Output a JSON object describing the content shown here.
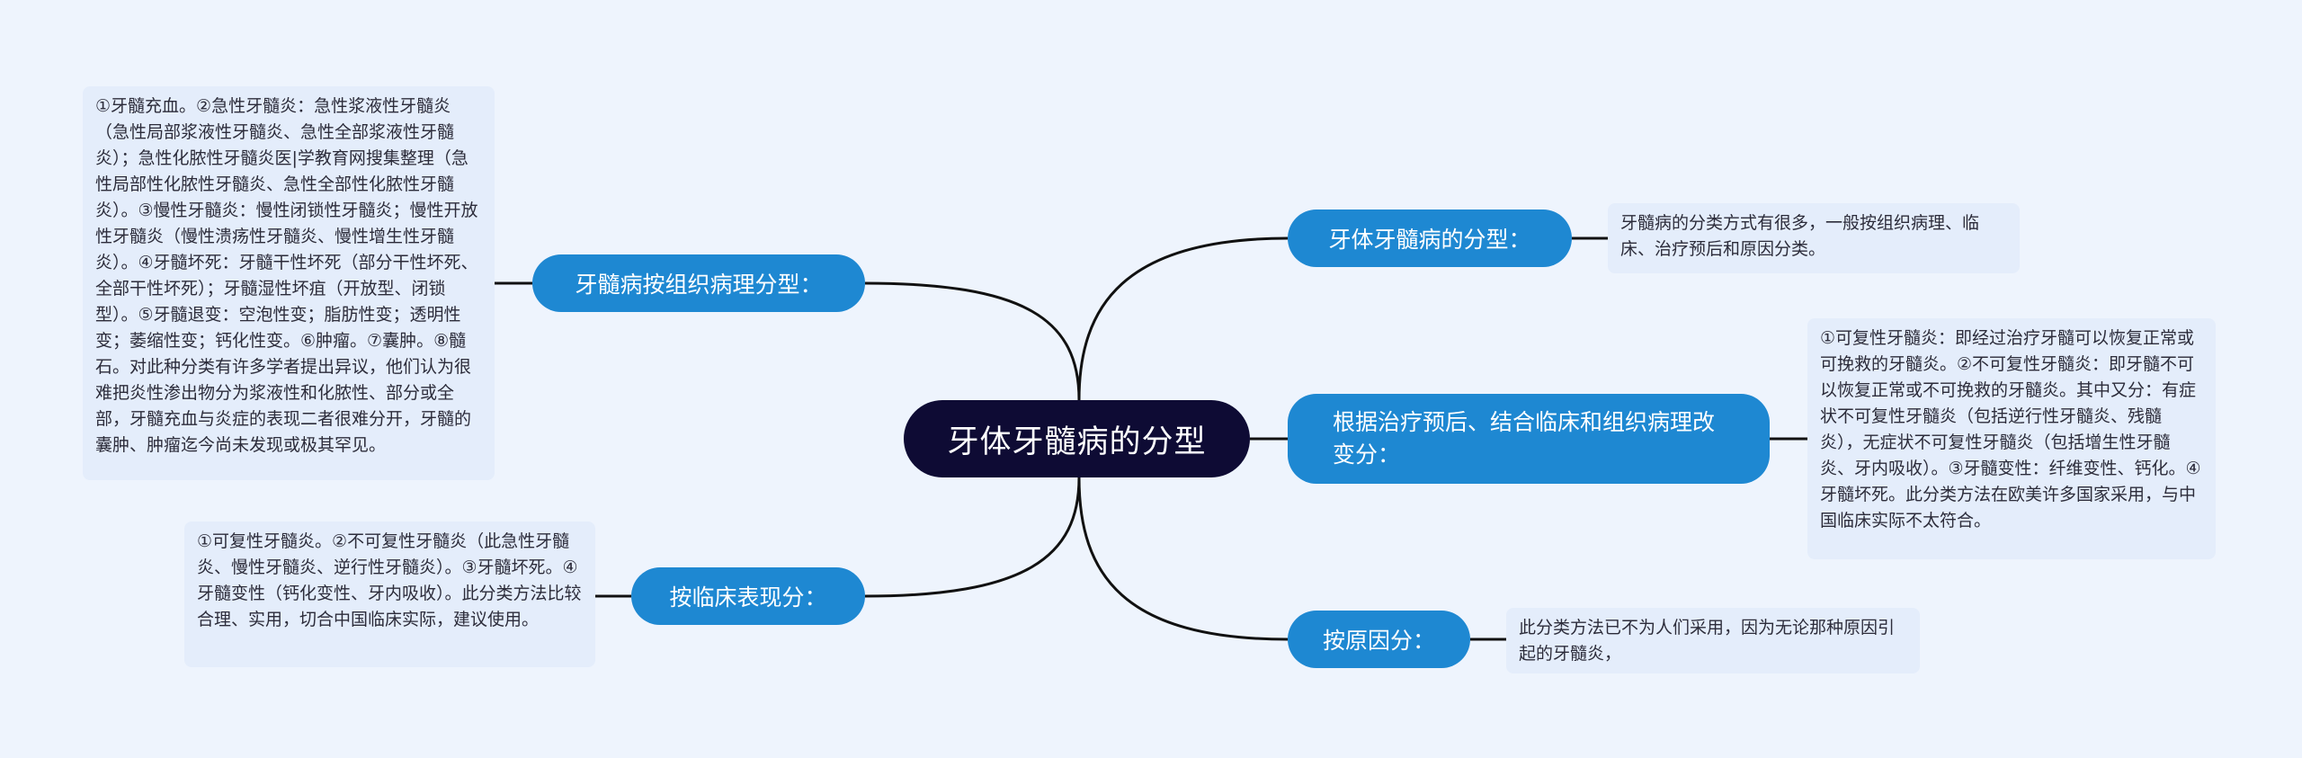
{
  "central": "牙体牙髓病的分型",
  "branches": {
    "right1": {
      "label": "牙体牙髓病的分型：",
      "note": "牙髓病的分类方式有很多，一般按组织病理、临床、治疗预后和原因分类。"
    },
    "right2": {
      "label": "根据治疗预后、结合临床和组织病理改变分：",
      "note": "①可复性牙髓炎：即经过治疗牙髓可以恢复正常或可挽救的牙髓炎。②不可复性牙髓炎：即牙髓不可以恢复正常或不可挽救的牙髓炎。其中又分：有症状不可复性牙髓炎（包括逆行性牙髓炎、残髓炎），无症状不可复性牙髓炎（包括增生性牙髓炎、牙内吸收）。③牙髓变性：纤维变性、钙化。④牙髓坏死。此分类方法在欧美许多国家采用，与中国临床实际不太符合。"
    },
    "right3": {
      "label": "按原因分：",
      "note": "此分类方法已不为人们采用，因为无论那种原因引起的牙髓炎，"
    },
    "left1": {
      "label": "牙髓病按组织病理分型：",
      "note": "①牙髓充血。②急性牙髓炎：急性浆液性牙髓炎（急性局部浆液性牙髓炎、急性全部浆液性牙髓炎）；急性化脓性牙髓炎医|学教育网搜集整理（急性局部性化脓性牙髓炎、急性全部性化脓性牙髓炎）。③慢性牙髓炎：慢性闭锁性牙髓炎；慢性开放性牙髓炎（慢性溃疡性牙髓炎、慢性增生性牙髓炎）。④牙髓坏死：牙髓干性坏死（部分干性坏死、全部干性坏死）；牙髓湿性坏疽（开放型、闭锁型）。⑤牙髓退变：空泡性变；脂肪性变；透明性变；萎缩性变；钙化性变。⑥肿瘤。⑦囊肿。⑧髓石。对此种分类有许多学者提出异议，他们认为很难把炎性渗出物分为浆液性和化脓性、部分或全部，牙髓充血与炎症的表现二者很难分开，牙髓的囊肿、肿瘤迄今尚未发现或极其罕见。"
    },
    "left2": {
      "label": "按临床表现分：",
      "note": "①可复性牙髓炎。②不可复性牙髓炎（此急性牙髓炎、慢性牙髓炎、逆行性牙髓炎）。③牙髓坏死。④牙髓变性（钙化变性、牙内吸收）。此分类方法比较合理、实用，切合中国临床实际，建议使用。"
    }
  },
  "colors": {
    "background": "#eef4fd",
    "central": "#0e0b34",
    "topic": "#1e88d2",
    "note": "#e4edfb",
    "line": "#111111"
  }
}
